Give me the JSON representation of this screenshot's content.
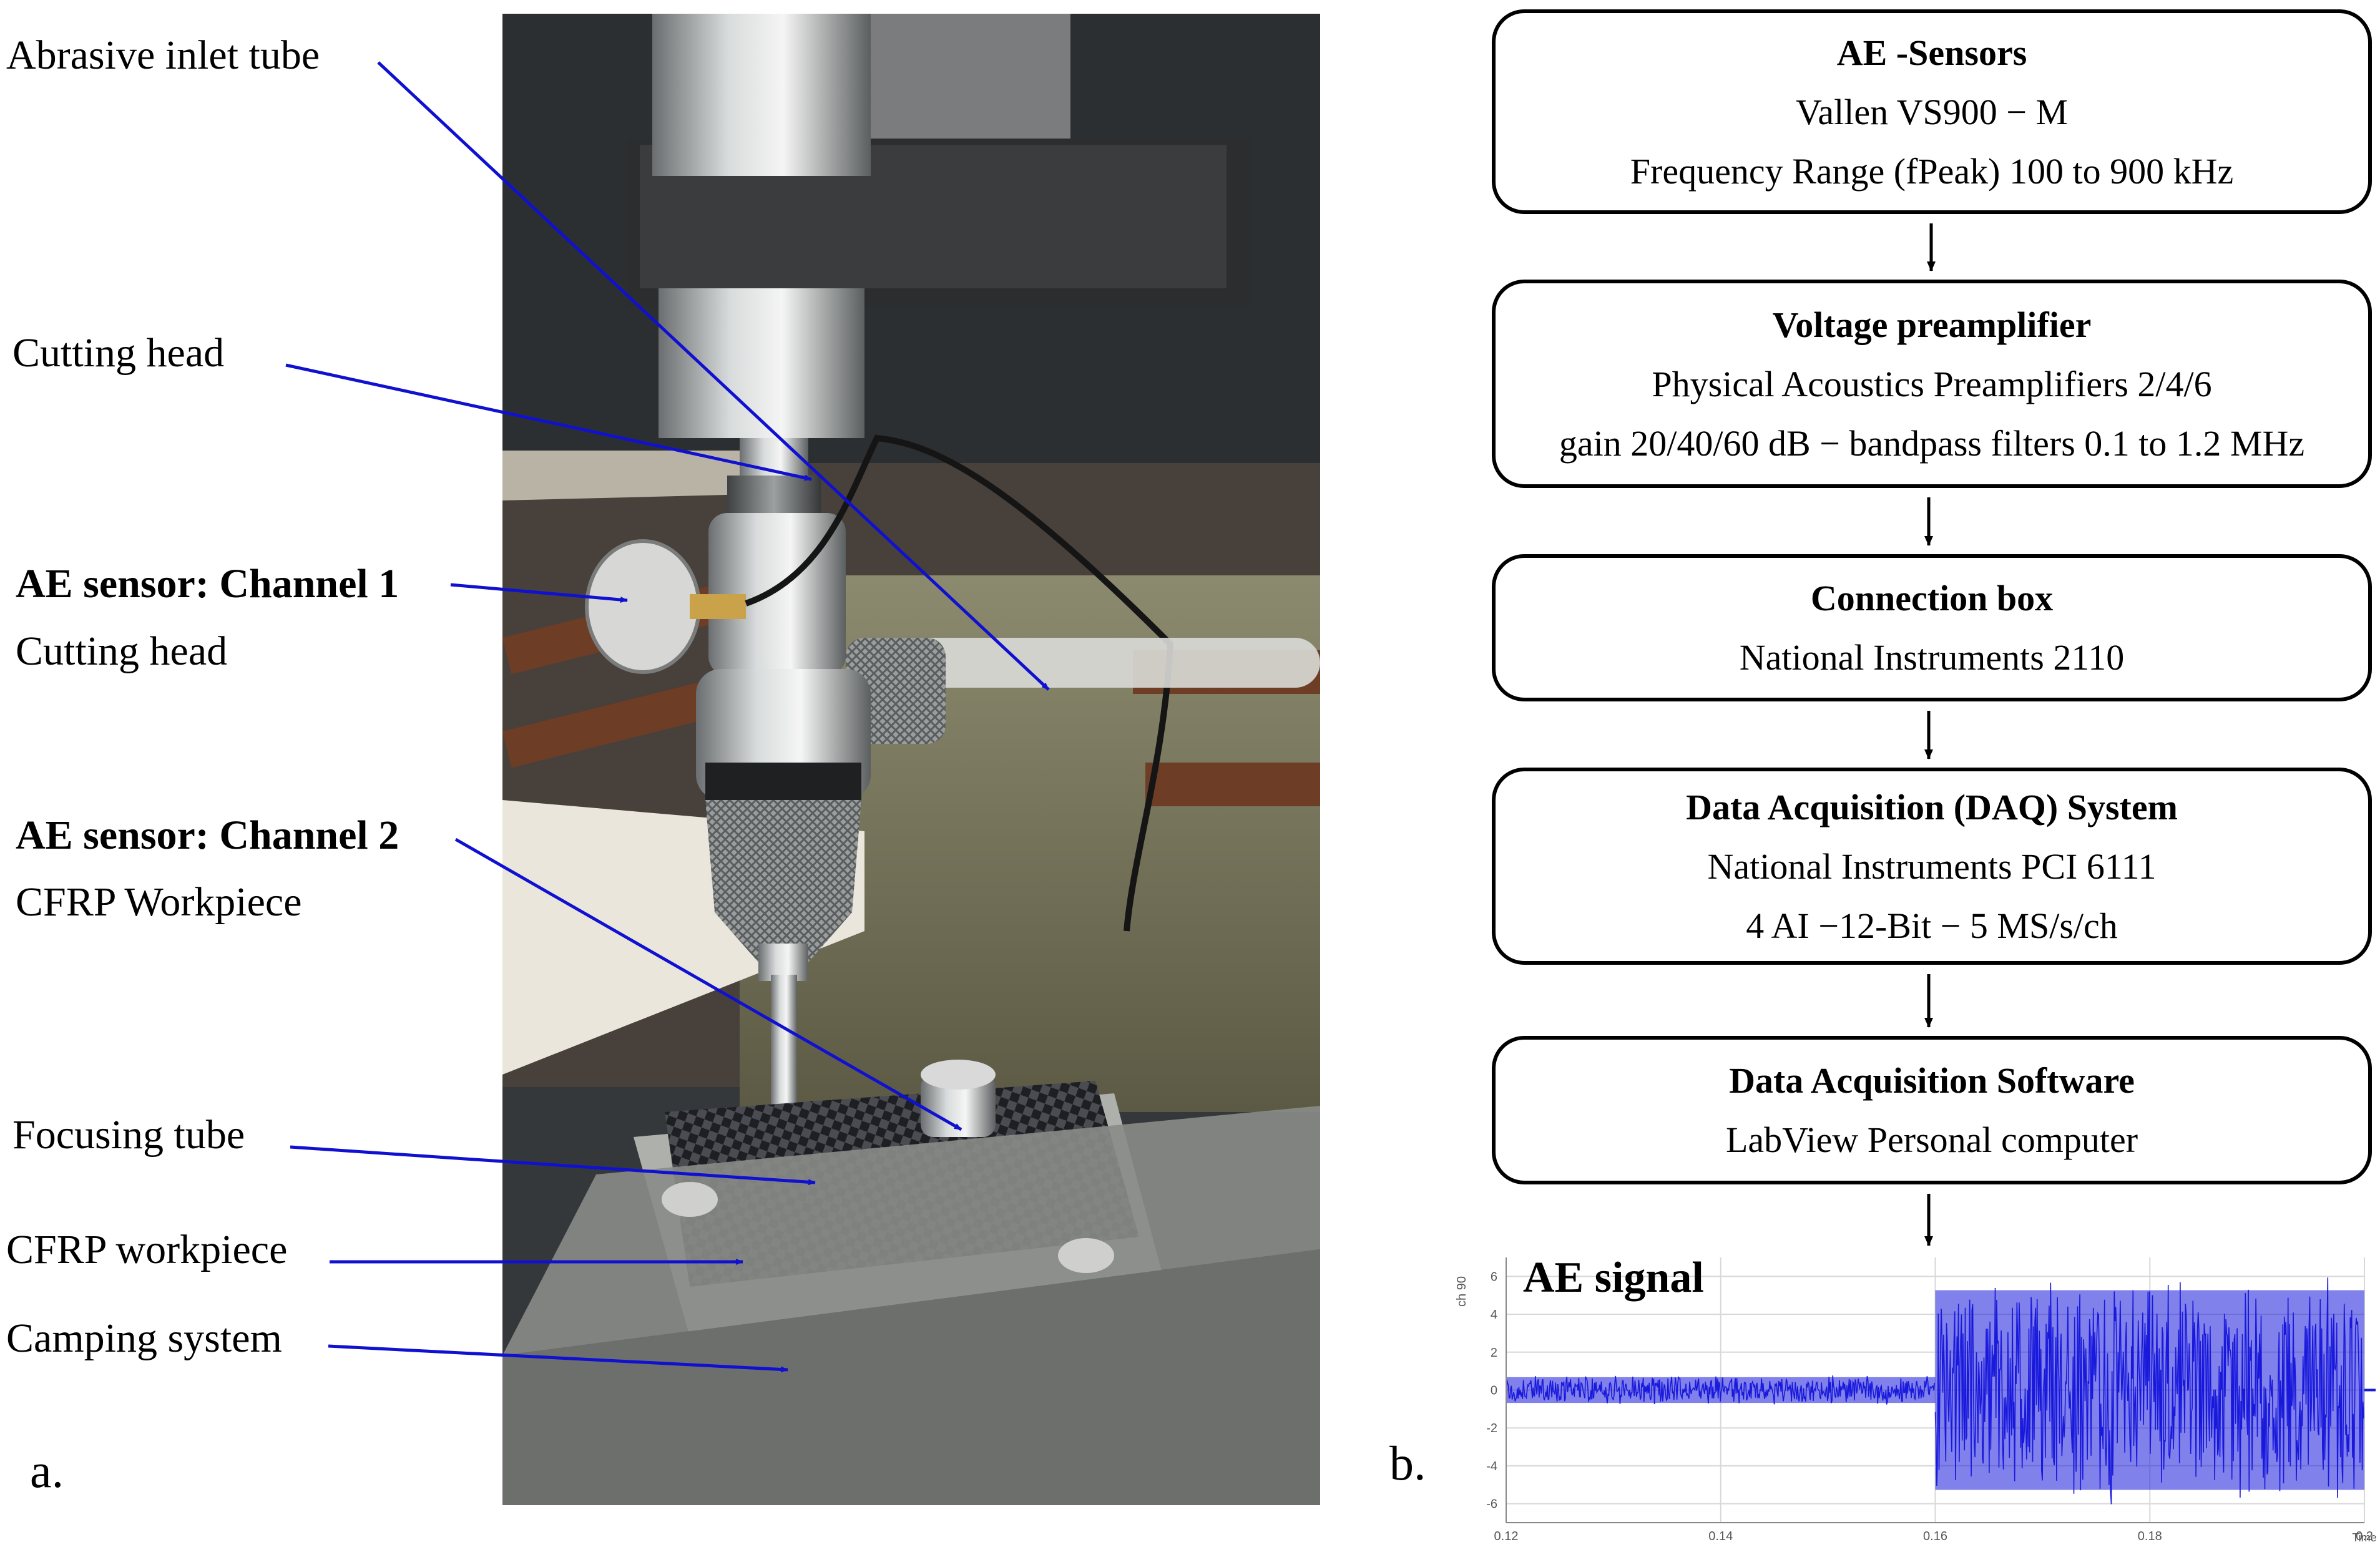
{
  "panel_a": {
    "letter": "a.",
    "labels": {
      "abrasive_inlet_tube": "Abrasive inlet tube",
      "cutting_head": "Cutting head",
      "ae_sensor_ch1": "AE sensor: Channel 1",
      "ae_sensor_ch1_location": "Cutting head",
      "ae_sensor_ch2": "AE sensor: Channel 2",
      "ae_sensor_ch2_location": "CFRP Workpiece",
      "focusing_tube": "Focusing tube",
      "cfrp_workpiece": "CFRP workpiece",
      "clamping_system": "Camping system"
    },
    "leader_color": "#1010d0"
  },
  "panel_b": {
    "letter": "b.",
    "flow": [
      {
        "title": "AE -Sensors",
        "lines": [
          "Vallen  VS900 − M",
          "Frequency Range (fPeak)  100 to 900 kHz"
        ]
      },
      {
        "title": "Voltage preamplifier",
        "lines": [
          "Physical Acoustics  Preamplifiers 2/4/6",
          "gain 20/40/60 dB − bandpass filters  0.1 to 1.2 MHz"
        ]
      },
      {
        "title": "Connection box",
        "lines": [
          "National Instruments  2110"
        ]
      },
      {
        "title": "Data Acquisition (DAQ) System",
        "lines": [
          "National Instruments PCI 6111",
          "4 AI −12-Bit − 5 MS/s/ch"
        ]
      },
      {
        "title": "Data Acquisition Software",
        "lines": [
          "LabView   Personal computer"
        ]
      }
    ],
    "signal_plot": {
      "title": "AE signal",
      "y_axis_label": "ch 90",
      "x_axis_label": "Time",
      "x_ticks": [
        "0.12",
        "0.14",
        "0.16",
        "0.18",
        "0.2"
      ],
      "y_ticks": [
        "6",
        "4",
        "2",
        "0",
        "-2",
        "-4",
        "-6"
      ],
      "signal_color": "#1a1adc",
      "xlim": [
        0.12,
        0.2
      ],
      "ylim": [
        -7,
        7
      ],
      "segments": [
        {
          "from": 0.12,
          "to": 0.16,
          "amplitude": 0.8
        },
        {
          "from": 0.16,
          "to": 0.2,
          "amplitude": 6.2
        }
      ]
    }
  }
}
